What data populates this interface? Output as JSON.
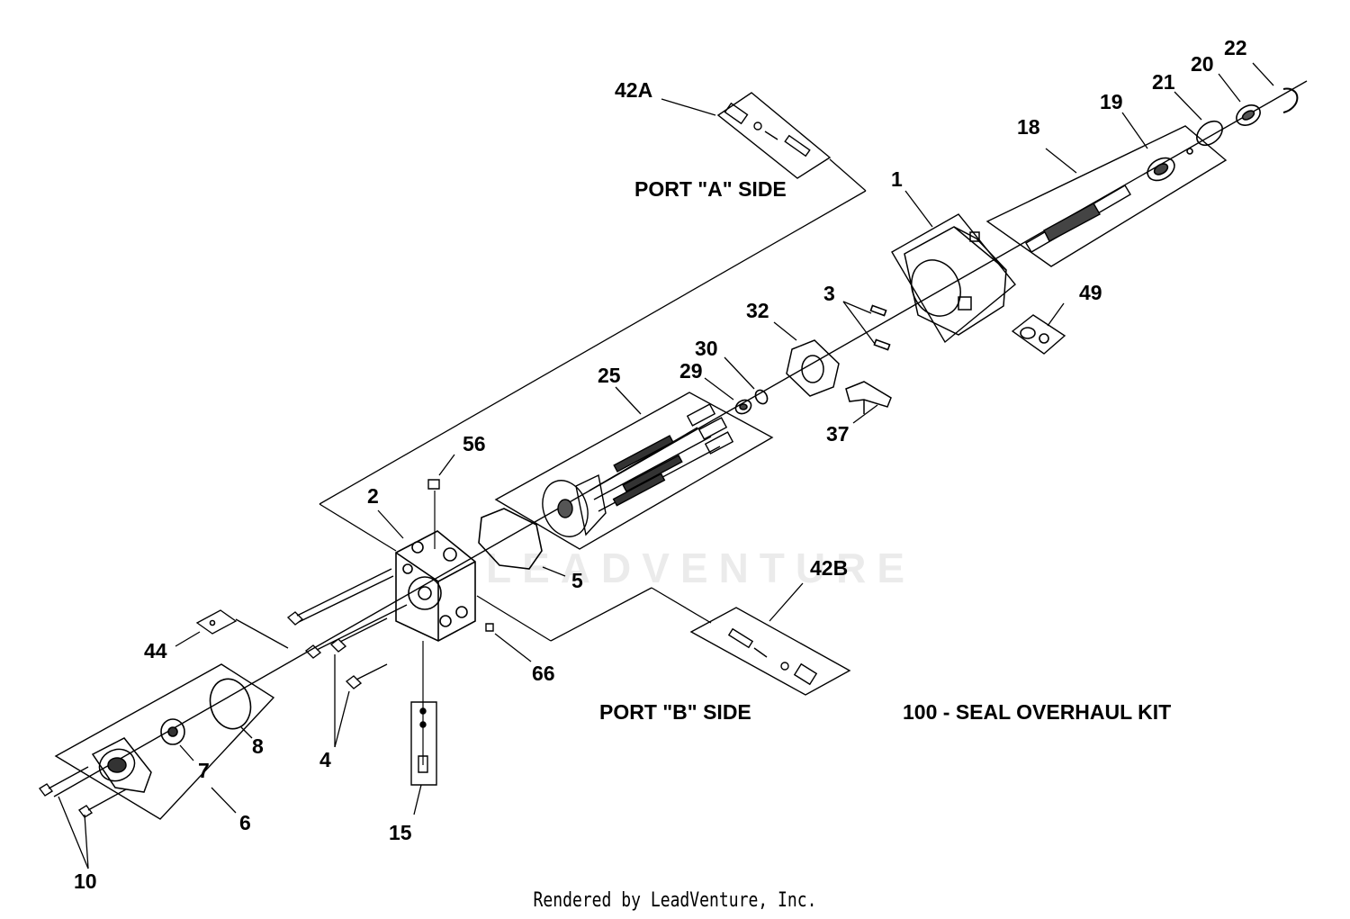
{
  "watermark": "LEADVENTURE",
  "labels": {
    "p1": "1",
    "p2": "2",
    "p3": "3",
    "p4": "4",
    "p5": "5",
    "p6": "6",
    "p7": "7",
    "p8": "8",
    "p10": "10",
    "p15": "15",
    "p18": "18",
    "p19": "19",
    "p20": "20",
    "p21": "21",
    "p22": "22",
    "p25": "25",
    "p29": "29",
    "p30": "30",
    "p32": "32",
    "p37": "37",
    "p42a": "42A",
    "p42b": "42B",
    "p44": "44",
    "p49": "49",
    "p56": "56",
    "p66": "66"
  },
  "captions": {
    "port_a": "PORT \"A\" SIDE",
    "port_b": "PORT \"B\" SIDE",
    "kit": "100 - SEAL OVERHAUL KIT"
  },
  "footer": "Rendered by LeadVenture, Inc."
}
